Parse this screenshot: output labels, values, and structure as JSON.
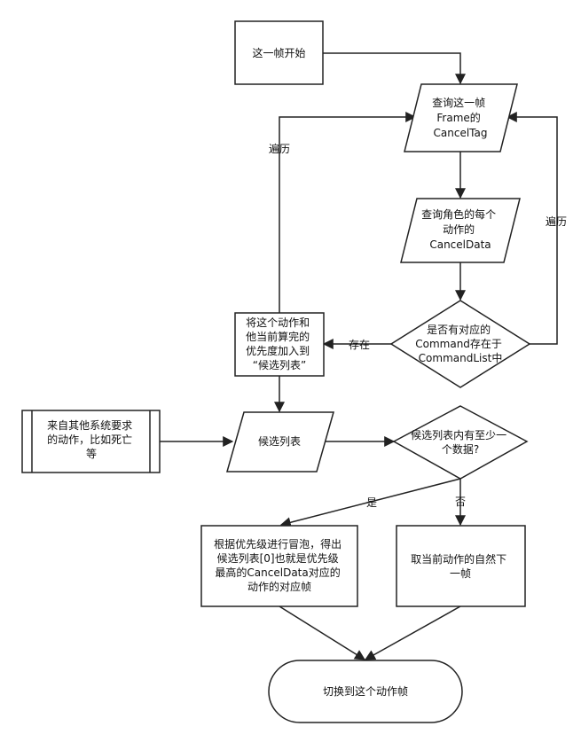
{
  "nodes": {
    "start": {
      "lines": [
        "这一帧开始"
      ]
    },
    "query_frame": {
      "lines": [
        "查询这一帧",
        "Frame的",
        "CancelTag"
      ]
    },
    "query_char": {
      "lines": [
        "查询角色的每个",
        "动作的",
        "CancelData"
      ]
    },
    "decision_exists": {
      "lines": [
        "是否有对应的",
        "Command存在于",
        "CommandList中"
      ]
    },
    "add_candidate": {
      "lines": [
        "将这个动作和",
        "他当前算完的",
        "优先度加入到",
        "“候选列表”"
      ]
    },
    "candidate_list": {
      "lines": [
        "候选列表"
      ]
    },
    "other_system": {
      "lines": [
        "来自其他系统要求",
        "的动作，比如死亡",
        "等"
      ]
    },
    "decision_atleast": {
      "lines": [
        "候选列表内有至少一",
        "个数据?"
      ]
    },
    "sort_pick": {
      "lines": [
        "根据优先级进行冒泡，得出",
        "候选列表[0]也就是优先级",
        "最高的CancelData对应的",
        "动作的对应帧"
      ]
    },
    "next_frame": {
      "lines": [
        "取当前动作的自然下",
        "一帧"
      ]
    },
    "switch": {
      "lines": [
        "切换到这个动作帧"
      ]
    }
  },
  "edge_labels": {
    "traverse_left": "遍历",
    "traverse_right": "遍历",
    "exists": "存在",
    "yes": "是",
    "no": "否"
  }
}
